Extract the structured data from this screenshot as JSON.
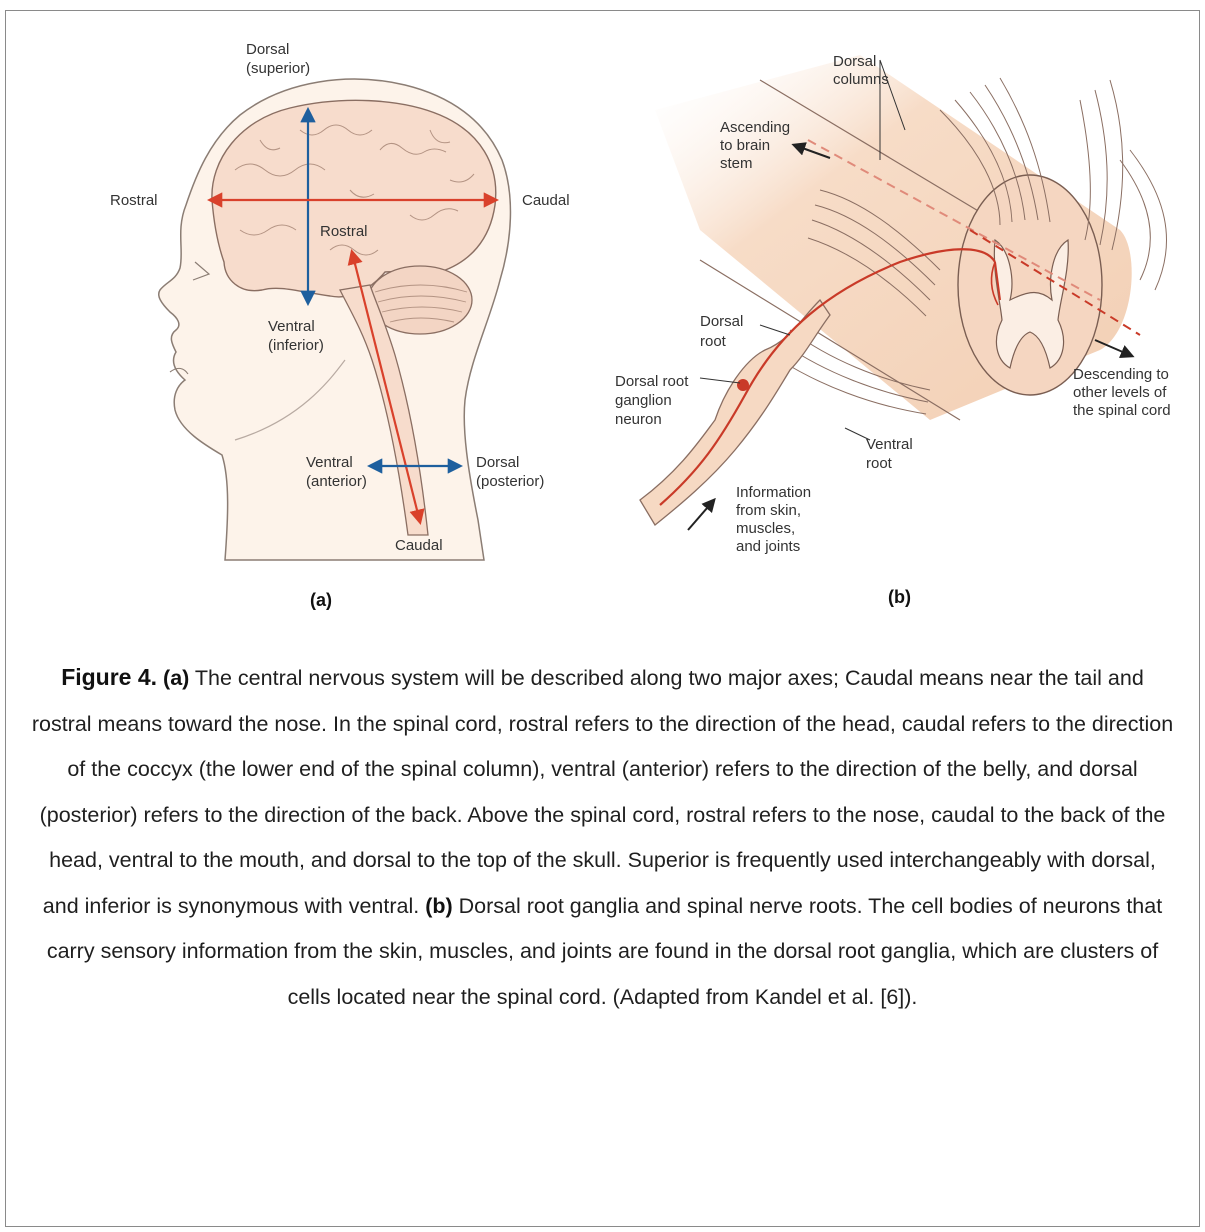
{
  "panel_a": {
    "labels": {
      "dorsal_superior_1": "Dorsal",
      "dorsal_superior_2": "(superior)",
      "rostral_left": "Rostral",
      "caudal_right": "Caudal",
      "rostral_inner": "Rostral",
      "ventral_inferior_1": "Ventral",
      "ventral_inferior_2": "(inferior)",
      "ventral_anterior_1": "Ventral",
      "ventral_anterior_2": "(anterior)",
      "dorsal_posterior_1": "Dorsal",
      "dorsal_posterior_2": "(posterior)",
      "caudal_bottom": "Caudal"
    },
    "sublabel": "(a)"
  },
  "panel_b": {
    "labels": {
      "dorsal_columns_1": "Dorsal",
      "dorsal_columns_2": "columns",
      "ascending_1": "Ascending",
      "ascending_2": "to brain",
      "ascending_3": "stem",
      "dorsal_root_1": "Dorsal",
      "dorsal_root_2": "root",
      "drg_1": "Dorsal root",
      "drg_2": "ganglion",
      "drg_3": "neuron",
      "descending_1": "Descending to",
      "descending_2": "other levels of",
      "descending_3": "the spinal cord",
      "ventral_root_1": "Ventral",
      "ventral_root_2": "root",
      "info_1": "Information",
      "info_2": "from skin,",
      "info_3": "muscles,",
      "info_4": "and joints"
    },
    "sublabel": "(b)"
  },
  "caption": {
    "figure_label": "Figure 4.",
    "part_a_label": "(a)",
    "part_a_text": "The central nervous system will be described along two major axes; Caudal means near the tail and rostral means toward the nose. In the spinal cord, rostral refers to the direction of the head, caudal refers to the direction of the coccyx (the lower end of the spinal column), ventral (anterior) refers to the direction of the belly, and dorsal (posterior) refers to the direction of the back. Above the spinal cord, rostral refers to the nose, caudal to the back of the head, ventral to the mouth, and dorsal to the top of the skull. Superior is frequently used interchangeably with dorsal, and inferior is synonymous with ventral.",
    "part_b_label": "(b)",
    "part_b_text": "Dorsal root ganglia and spinal nerve roots. The cell bodies of neurons that carry sensory information from the skin, muscles, and joints are found in the dorsal root ganglia, which are clusters of cells located near the spinal cord. (Adapted from Kandel et al. [6])."
  },
  "colors": {
    "axis_red": "#d9412b",
    "axis_blue": "#1e5f9e",
    "tissue": "#f6d9c3",
    "outline": "#5a4a42"
  }
}
